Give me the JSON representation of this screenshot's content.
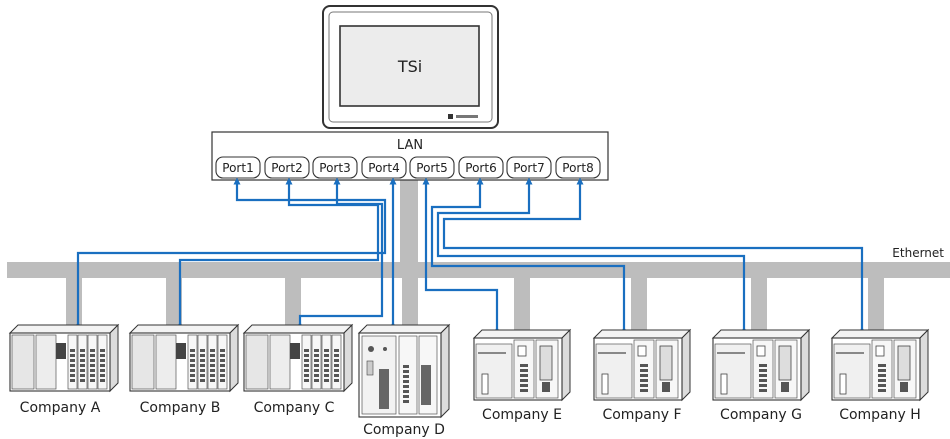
{
  "hmi": {
    "label": "TSi"
  },
  "lan": {
    "label": "LAN",
    "ports": [
      "Port1",
      "Port2",
      "Port3",
      "Port4",
      "Port5",
      "Port6",
      "Port7",
      "Port8"
    ]
  },
  "network": {
    "label": "Ethernet"
  },
  "devices": [
    "Company A",
    "Company B",
    "Company C",
    "Company D",
    "Company E",
    "Company F",
    "Company G",
    "Company H"
  ],
  "colors": {
    "bus": "#bdbdbd",
    "link": "#1a6fc0",
    "frame": "#333333",
    "screen": "#ececec"
  }
}
